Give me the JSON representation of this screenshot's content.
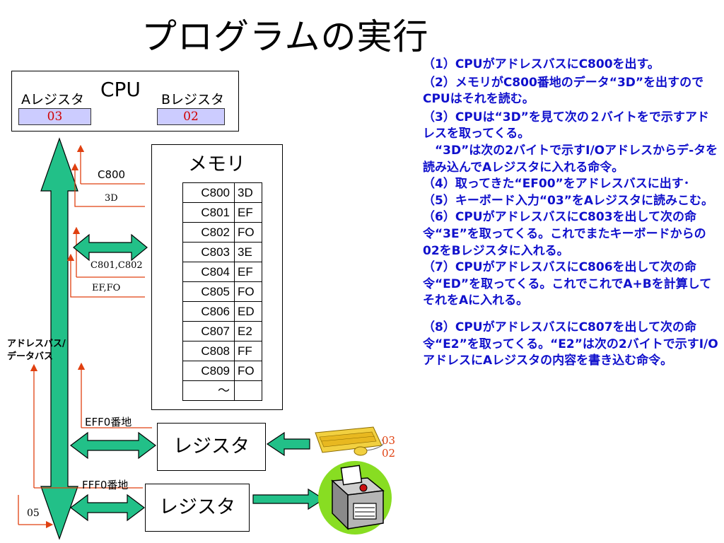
{
  "title": "プログラムの実行",
  "cpu": {
    "label": "CPU",
    "a_register_label": "Aレジスタ",
    "a_register_value": "03",
    "b_register_label": "Bレジスタ",
    "b_register_value": "02"
  },
  "memory": {
    "title": "メモリ",
    "rows": [
      {
        "addr": "C800",
        "val": "3D"
      },
      {
        "addr": "C801",
        "val": "EF"
      },
      {
        "addr": "C802",
        "val": "FO"
      },
      {
        "addr": "C803",
        "val": "3E"
      },
      {
        "addr": "C804",
        "val": "EF"
      },
      {
        "addr": "C805",
        "val": "FO"
      },
      {
        "addr": "C806",
        "val": "ED"
      },
      {
        "addr": "C807",
        "val": "E2"
      },
      {
        "addr": "C808",
        "val": "FF"
      },
      {
        "addr": "C809",
        "val": "FO"
      },
      {
        "addr": "～",
        "val": ""
      }
    ]
  },
  "labels": {
    "c800": "C800",
    "d3": "3D",
    "c801_c802": "C801,C802",
    "ef_fo": "EF,FO",
    "bus": "アドレスバス/\nデータバス",
    "eff0": "EFF0番地",
    "fff0": "FFF0番地",
    "v05": "05",
    "v03": "03",
    "v02": "02"
  },
  "registers": {
    "reg1": "レジスタ",
    "reg2": "レジスタ"
  },
  "steps": [
    "（1）CPUがアドレスバスにC800を出す。",
    "（2）メモリがC800番地のデータ“3D”を出すのでCPUはそれを読む。",
    "（3）CPUは“3D”を見て次の２バイトをで示すアドレスを取ってくる。",
    "　“3D”は次の2バイトで示すI/Oアドレスからデ-タを読み込んでAレジスタに入れる命令。",
    "（4）取ってきた“EF00”をアドレスバスに出す･",
    "（5）キーボード入力“03”をAレジスタに読みこむ。",
    "（6）CPUがアドレスバスにC803を出して次の命令“3E”を取ってくる。これでまたキーボードからの02をBレジスタに入れる。",
    "（7）CPUがアドレスバスにC806を出して次の命令“ED”を取ってくる。これでこれでA+Bを計算してそれをAに入れる。",
    "（8）CPUがアドレスバスにC807を出して次の命令“E2”を取ってくる。“E2”は次の2バイトで示すI/OアドレスにAレジスタの内容を書き込む命令。"
  ],
  "colors": {
    "bus_fill": "#22c088",
    "arrow_red": "#e04010",
    "text_blue": "#1010cc",
    "register_fill": "#ccccff"
  },
  "icons": [
    "keyboard-mouse-icon",
    "printer-icon"
  ]
}
